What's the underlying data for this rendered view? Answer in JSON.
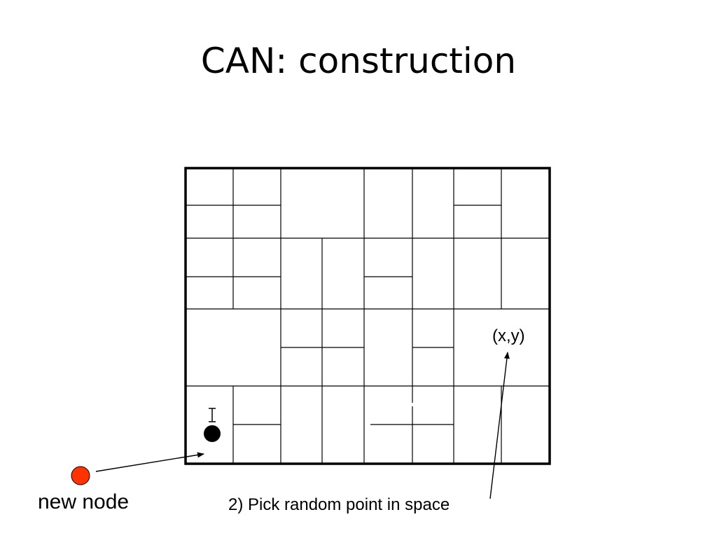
{
  "slide": {
    "title": "CAN: construction"
  },
  "diagram": {
    "point_label": "(x,y)",
    "new_node_label": "new node",
    "step_label": "2) Pick random point in space",
    "colors": {
      "grid": "#000000",
      "new_node": "#ff3300",
      "existing_node": "#000000",
      "background": "#ffffff"
    },
    "icons": [
      "bootstrap-node-icon",
      "new-node-icon",
      "arrow-icon"
    ]
  }
}
